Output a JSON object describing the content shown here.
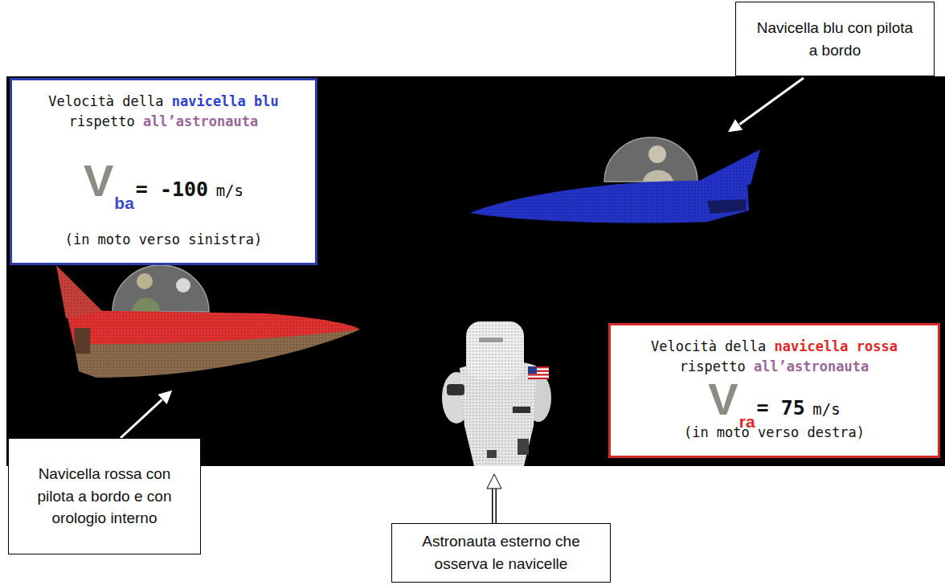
{
  "diagram": {
    "nodes": [
      {
        "text": [
          "Navicella blu con pilota a bordo"
        ]
      },
      {
        "text": [
          "Velocità della",
          "navicella blu",
          "rispetto",
          "all’astronauta",
          "V",
          "ba",
          "= -100",
          "m/s",
          "(in moto verso sinistra)"
        ]
      },
      {
        "text": [
          "Velocità della",
          "navicella rossa",
          "rispetto",
          "all’astronauta",
          "V",
          "ra",
          "= 75",
          "m/s",
          "(in moto verso destra)"
        ]
      },
      {
        "text": [
          "Navicella rossa con pilota a bordo e con orologio interno"
        ]
      },
      {
        "text": [
          "Astronauta esterno che osserva le navicelle"
        ]
      }
    ]
  }
}
